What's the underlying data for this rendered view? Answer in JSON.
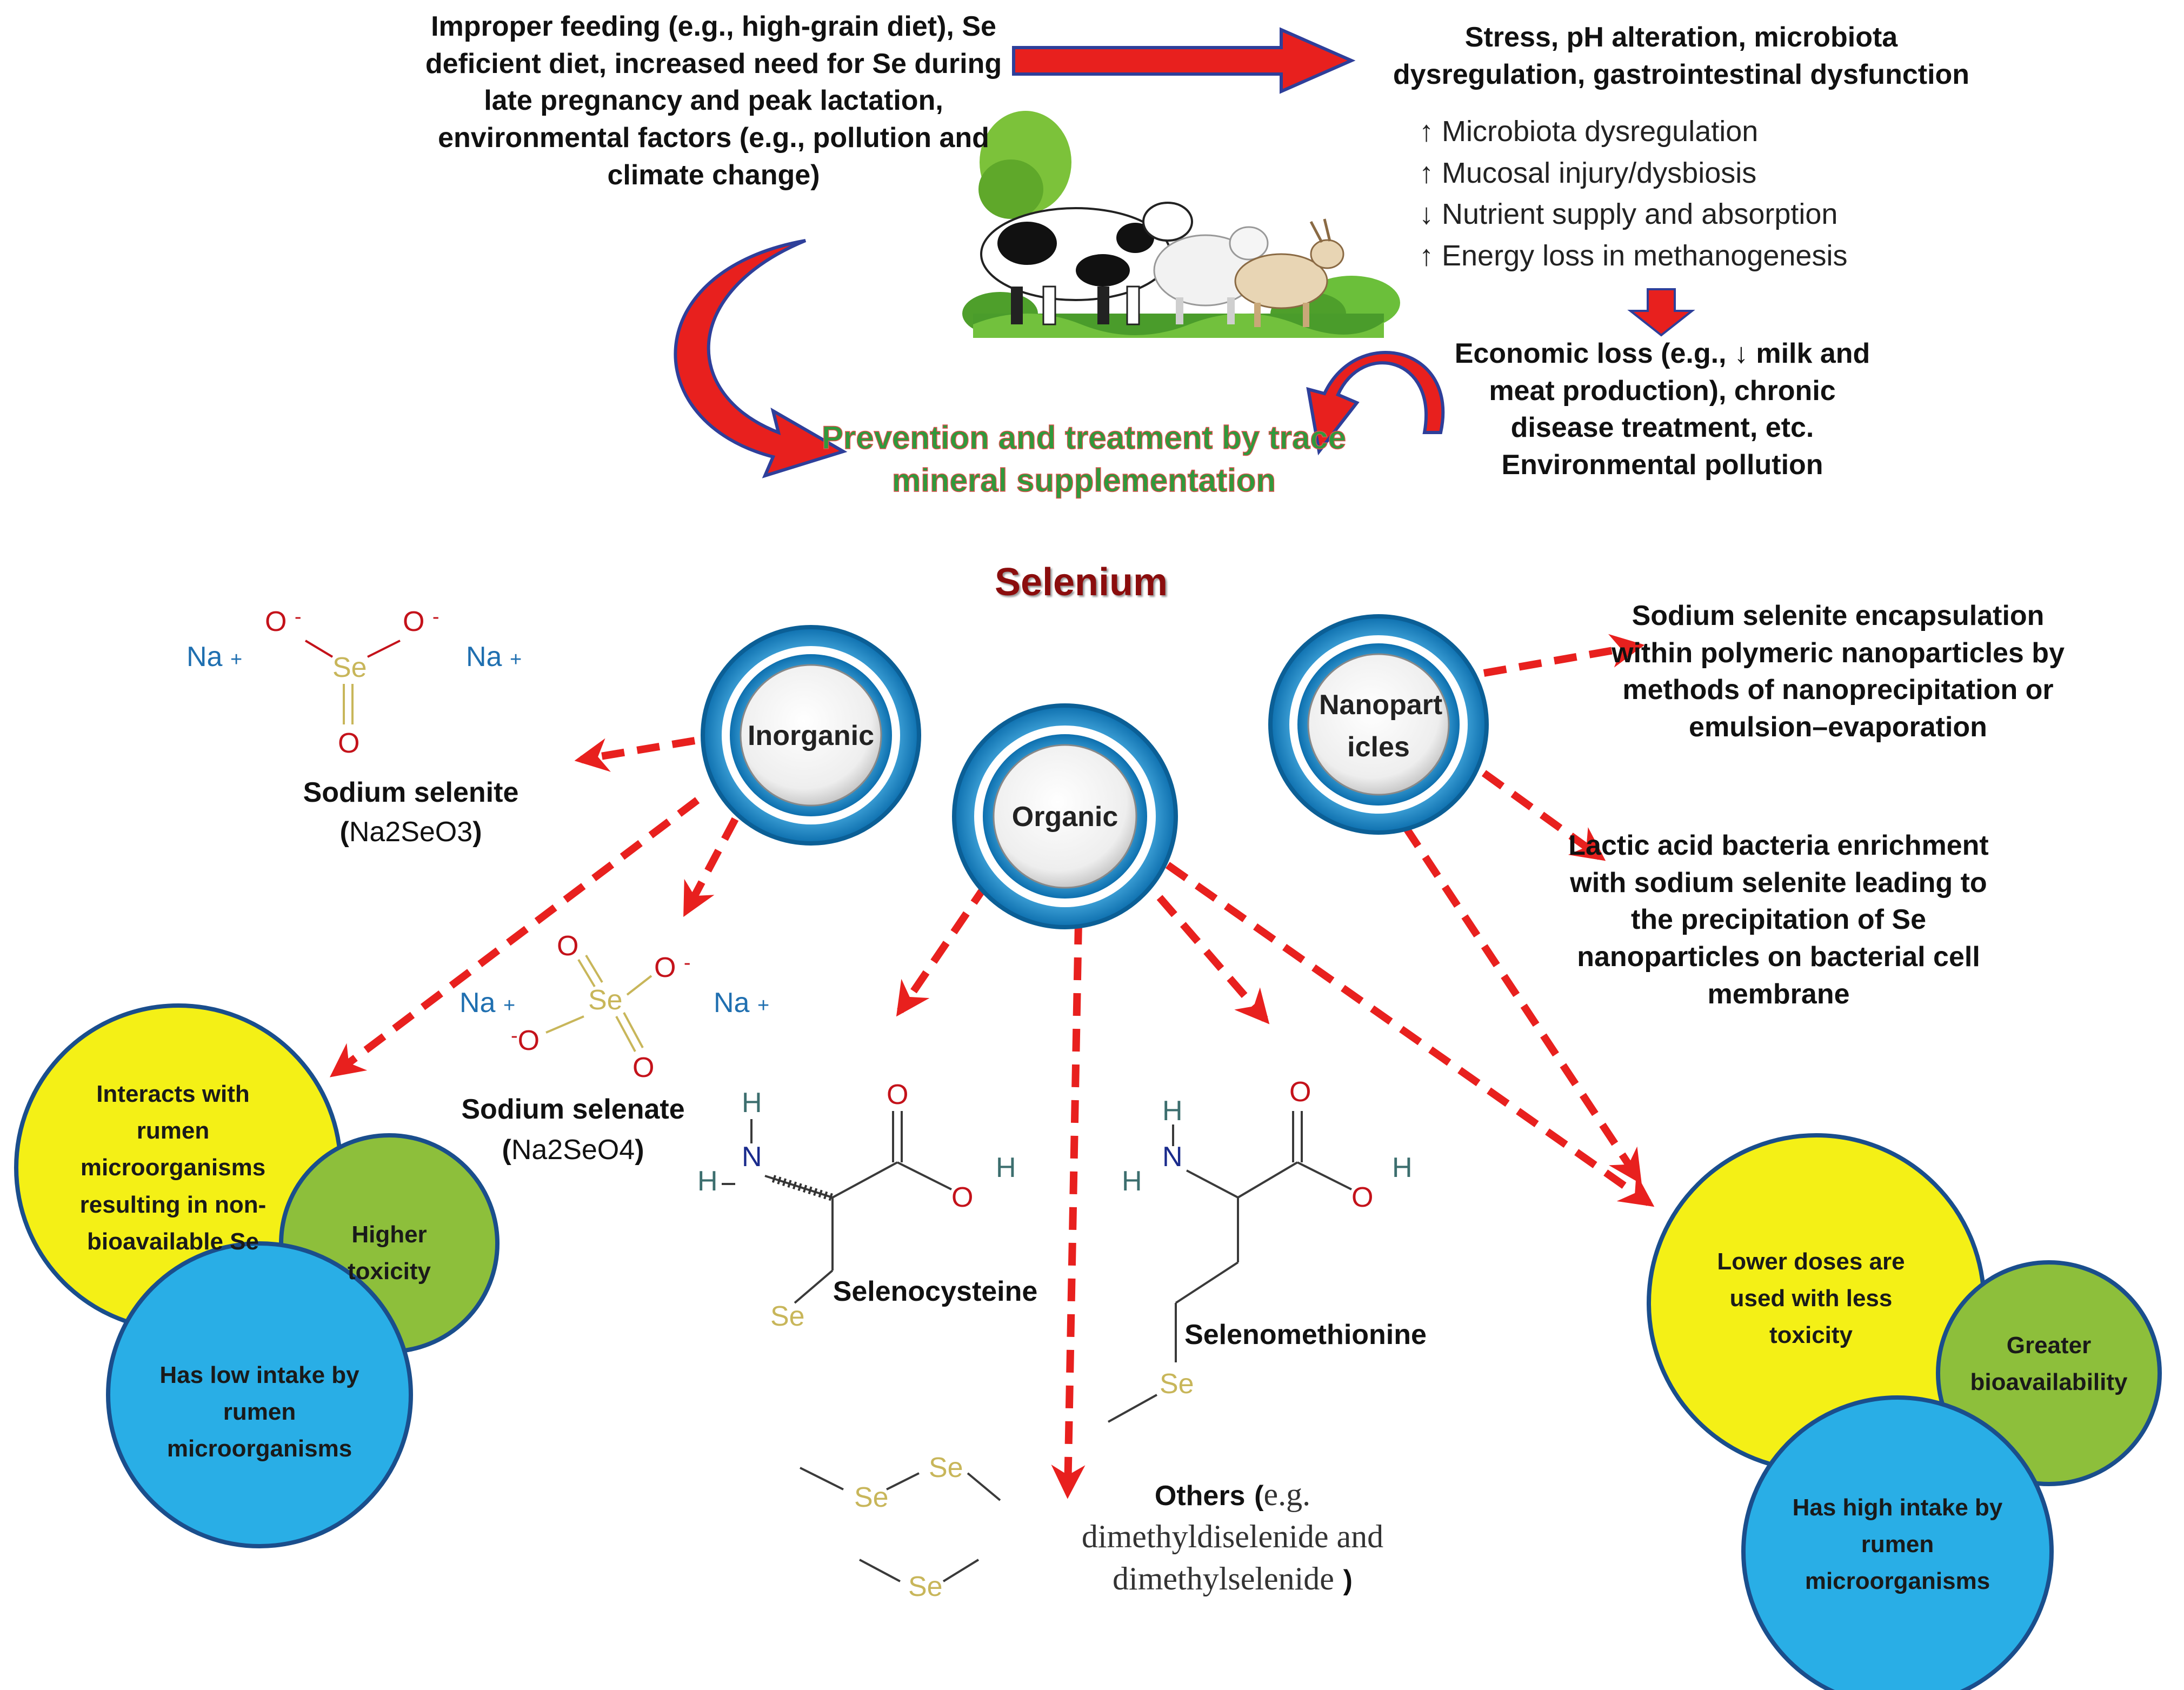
{
  "top": {
    "causes": "Improper feeding (e.g., high-grain diet), Se deficient diet, increased need for Se during late pregnancy and peak lactation, environmental factors (e.g., pollution and climate change)",
    "effects_title": "Stress, pH alteration, microbiota dysregulation, gastrointestinal  dysfunction",
    "effects_list": [
      "↑ Microbiota dysregulation",
      "↑ Mucosal injury/dysbiosis",
      "↓ Nutrient supply and absorption",
      "↑ Energy loss in methanogenesis"
    ],
    "economic": "Economic loss (e.g., ↓ milk and meat production), chronic disease treatment, etc. Environmental pollution",
    "prevention": "Prevention and treatment  by trace mineral supplementation"
  },
  "selenium_title": "Selenium",
  "hubs": {
    "inorganic": "Inorganic",
    "organic": "Organic",
    "nanoparticles": "Nanopart icles"
  },
  "inorganic": {
    "selenite_name": "Sodium selenite",
    "selenite_formula": "Na2SeO3",
    "selenate_name": "Sodium selenate",
    "selenate_formula": "Na2SeO4",
    "bubbles": {
      "yellow": "Interacts with rumen microorganisms resulting in non-bioavailable Se",
      "green": "Higher toxicity",
      "blue": "Has low intake by rumen microorganisms"
    }
  },
  "organic": {
    "selenocysteine": "Selenocysteine",
    "selenomethionine": "Selenomethionine",
    "others_label": "Others",
    "others_detail": "e.g. dimethyldiselenide and dimethylselenide",
    "others_close": ")"
  },
  "nano": {
    "method1": "Sodium selenite encapsulation within polymeric nanoparticles by methods of nanoprecipitation or emulsion–evaporation",
    "method2": "Lactic acid bacteria enrichment with sodium selenite  leading to the precipitation of Se nanoparticles on bacterial cell membrane",
    "bubbles": {
      "yellow": "Lower doses are used with less toxicity",
      "green": "Greater bioavailability",
      "blue": "Has high intake by rumen microorganisms"
    }
  },
  "atoms": {
    "na": "Na",
    "plus": "+",
    "minus": "-",
    "o": "O",
    "se": "Se",
    "h": "H",
    "n": "N"
  },
  "colors": {
    "arrow_red": "#e8201e",
    "arrow_outline": "#2e3f9a",
    "prevention_green": "#2f9a3c",
    "prevention_outline": "#d9534f",
    "bubble_yellow": "#f4f016",
    "bubble_green": "#8dbf3b",
    "bubble_blue": "#29aee6",
    "ring_blue": "#1b8bc9"
  },
  "icons": {
    "livestock": "farm-animals-illustration"
  }
}
